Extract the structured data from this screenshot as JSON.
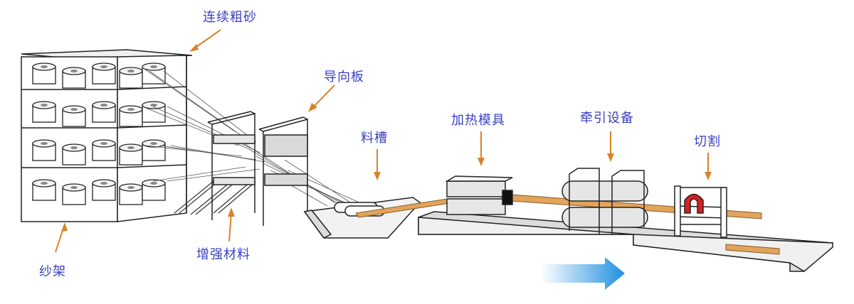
{
  "labels": {
    "roving": "连续粗砂",
    "creel": "纱架",
    "guide_plate": "导向板",
    "reinforcement": "增强材料",
    "resin_bath": "料槽",
    "heated_die": "加热模具",
    "puller": "牵引设备",
    "cutter": "切割"
  },
  "colors": {
    "label_text": "#3a3fc4",
    "arrow_orange": "#d9822b",
    "profile_tan": "#e2a45c",
    "cutter_red": "#d61f1f",
    "flow_arrow_blue": "#1f8fe0",
    "machine_gray": "#d9d9d9",
    "outline": "#222222"
  },
  "icons": {
    "flow_direction": "arrow-right-icon"
  }
}
